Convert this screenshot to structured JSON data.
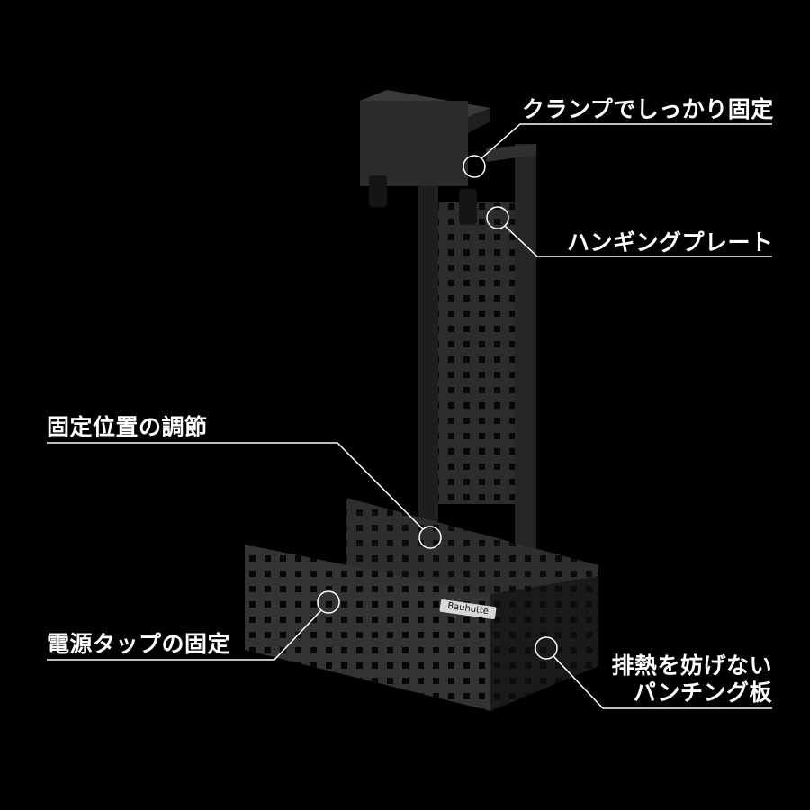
{
  "callouts": {
    "clamp": "クランプでしっかり固定",
    "hanging_plate": "ハンギングプレート",
    "position_adjust": "固定位置の調節",
    "power_tap": "電源タップの固定",
    "punching_line1": "排熱を妨げない",
    "punching_line2": "パンチング板"
  },
  "product": {
    "brand_label": "Bauhutte"
  },
  "colors": {
    "background": "#000000",
    "callout": "#ffffff",
    "metal": "#2a2a2a"
  }
}
